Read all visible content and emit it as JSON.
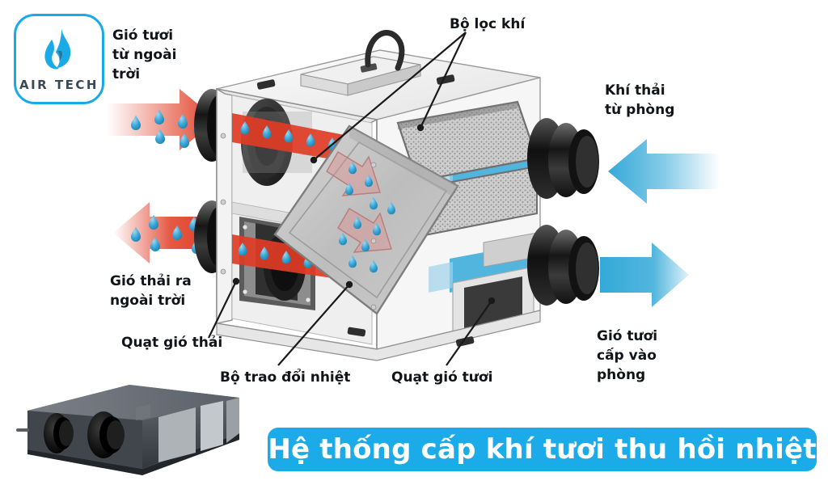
{
  "logo": {
    "brand_text": "AIR TECH",
    "icon": "flame-drop-icon",
    "border_color": "#17a9e8",
    "flame_color": "#1aaae6"
  },
  "banner": {
    "title": "Hệ thống cấp khí tươi thu hồi nhiệt",
    "background_color": "#1BABE8",
    "text_color": "#FFFFFF"
  },
  "labels": {
    "fresh_air_outdoor": "Gió tươi\ntừ ngoài\ntrời",
    "air_filter": "Bộ lọc khí",
    "exhaust_air_room": "Khí thải\ntừ phòng",
    "exhaust_air_outdoor": "Gió thải ra\nngoài trời",
    "exhaust_fan": "Quạt gió thải",
    "heat_exchanger": "Bộ trao đổi nhiệt",
    "fresh_air_fan": "Quạt gió tươi",
    "fresh_air_to_room": "Gió tươi\ncấp vào\nphòng"
  },
  "diagram": {
    "unit_name": "heat-recovery-ventilator-cutaway",
    "colors": {
      "warm_air_arrow": "#E03C24",
      "cool_air_arrow": "#34A9D8",
      "droplet": "#3AA6D8",
      "core_arrow": "#E4A0A0",
      "casing": "#FFFFFF",
      "casing_shade": "#D8D8D8",
      "duct_collar": "#2B2B2B",
      "filter_media": "#C9C9C9"
    },
    "flows": [
      {
        "name": "fresh-air-inlet",
        "side": "left-top",
        "direction": "right",
        "color": "#E03C24",
        "has_droplets": true
      },
      {
        "name": "exhaust-air-outlet",
        "side": "left-bottom",
        "direction": "left",
        "color": "#E03C24",
        "has_droplets": true
      },
      {
        "name": "return-air-inlet",
        "side": "right-top",
        "direction": "left",
        "color": "#34A9D8",
        "has_droplets": false
      },
      {
        "name": "supply-air-outlet",
        "side": "right-bottom",
        "direction": "right",
        "color": "#34A9D8",
        "has_droplets": false
      }
    ],
    "components": [
      {
        "name": "air-filter-upper",
        "label_key": "air_filter"
      },
      {
        "name": "air-filter-lower",
        "label_key": "air_filter"
      },
      {
        "name": "heat-exchanger-core",
        "label_key": "heat_exchanger"
      },
      {
        "name": "exhaust-fan",
        "label_key": "exhaust_fan"
      },
      {
        "name": "supply-fan",
        "label_key": "fresh_air_fan"
      },
      {
        "name": "control-box",
        "label_key": null
      }
    ]
  },
  "product_photo": {
    "name": "hrv-unit-photo",
    "body_color": "#4A4F55",
    "port_color": "#1A1A1A",
    "panel_color": "#B8BCC0"
  }
}
